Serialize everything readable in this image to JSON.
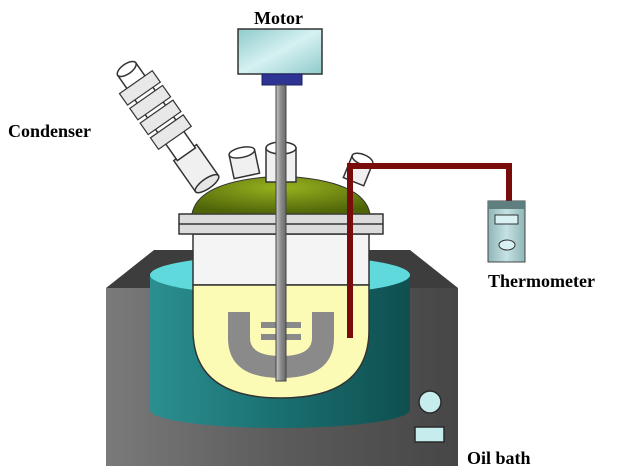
{
  "labels": {
    "motor": "Motor",
    "condenser": "Condenser",
    "thermometer": "Thermometer",
    "oil_bath": "Oil bath"
  },
  "colors": {
    "bath_body": "#5e5e5e",
    "bath_dark": "#3c3c3c",
    "oil_teal": "#1e7f80",
    "oil_surface": "#5fd9dc",
    "liquid": "#fbfbb6",
    "lid_green": "#6e8a12",
    "thermo_line": "#7a0b0b",
    "motor_box": "#a9dadb",
    "motor_coupling": "#2d3494",
    "rod": "#9a9a9a",
    "impeller": "#8a8a8a",
    "thermometer_body": "#9dc3c4",
    "knob": "#c6ecee"
  }
}
